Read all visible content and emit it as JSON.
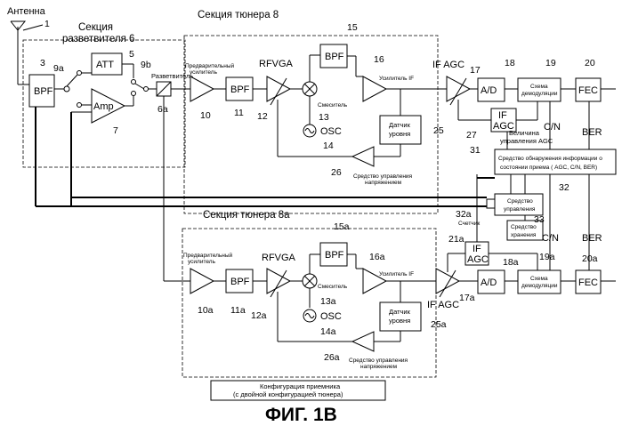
{
  "figure_title": "ФИГ. 1В",
  "antenna": {
    "label": "Антенна",
    "ref": "1"
  },
  "splitter_section": {
    "title_line1": "Секция",
    "title_line2": "разветвителя 6",
    "splitter_label": "Разветвитель",
    "splitter_ref": "6а"
  },
  "tuner8": {
    "title": "Секция тюнера 8"
  },
  "tuner8a": {
    "title": "Секция тюнера 8а"
  },
  "blocks": {
    "bpf3": {
      "label": "BPF",
      "ref": "3"
    },
    "att": {
      "label": "ATT",
      "ref": "5"
    },
    "amp": {
      "label": "Amp",
      "ref": "7"
    },
    "sw9a": {
      "ref": "9а"
    },
    "sw9b": {
      "ref": "9b"
    },
    "preamp": {
      "label_line1": "Предварительный",
      "label_line2": "усилитель",
      "ref": "10"
    },
    "bpf11": {
      "label": "BPF",
      "ref": "11"
    },
    "rfvga": {
      "label": "RFVGA",
      "ref": "12"
    },
    "mixer": {
      "label": "Смеситель",
      "ref": "13"
    },
    "osc": {
      "label": "OSC",
      "ref": "14"
    },
    "bpf15": {
      "label": "BPF",
      "ref": "15"
    },
    "ifamp": {
      "label": "Усилитель IF",
      "ref": "16"
    },
    "level_sensor": {
      "label_line1": "Датчик",
      "label_line2": "уровня",
      "ref": "25"
    },
    "voltage_ctrl": {
      "label_line1": "Средство управления",
      "label_line2": "напряжением",
      "ref": "26"
    },
    "ifagc": {
      "label": "IF AGC",
      "ref": "17"
    },
    "ad": {
      "label": "A/D",
      "ref": "18"
    },
    "demod": {
      "label_line1": "Схема",
      "label_line2": "демодуляции",
      "ref": "19"
    },
    "fec": {
      "label": "FEC",
      "ref": "20"
    },
    "ifagc_box": {
      "label_line1": "IF",
      "label_line2": "AGC",
      "ref": "27"
    },
    "agc_value": {
      "label_line1": "Величина",
      "label_line2": "управления AGC"
    },
    "detector": {
      "label_line1": "Средство обнаружения информации о",
      "label_line2": "состоянии приема ( AGC, C/N, BER)",
      "ref": "31"
    },
    "control": {
      "label_line1": "Средство",
      "label_line2": "управления",
      "ref": "32"
    },
    "counter": {
      "label": "Счетчик",
      "ref": "32а"
    },
    "storage": {
      "label_line1": "Средство",
      "label_line2": "хранения",
      "ref": "33"
    }
  },
  "blocks_a": {
    "preamp": {
      "label_line1": "Предварительный",
      "label_line2": "усилитель",
      "ref": "10а"
    },
    "bpf11": {
      "label": "BPF",
      "ref": "11а"
    },
    "rfvga": {
      "label": "RFVGA",
      "ref": "12а"
    },
    "mixer": {
      "label": "Смеситель",
      "ref": "13а"
    },
    "osc": {
      "label": "OSC",
      "ref": "14а"
    },
    "bpf15": {
      "label": "BPF",
      "ref": "15а"
    },
    "ifamp": {
      "label": "Усилитель IF",
      "ref": "16а"
    },
    "level_sensor": {
      "label_line1": "Датчик",
      "label_line2": "уровня",
      "ref": "25а"
    },
    "voltage_ctrl": {
      "label_line1": "Средство управления",
      "label_line2": "напряжением",
      "ref": "26а"
    },
    "ifagc": {
      "label": "IF AGC",
      "ref": "17а"
    },
    "ad": {
      "label": "A/D",
      "ref": "18а"
    },
    "demod": {
      "label_line1": "Схема",
      "label_line2": "демодуляции",
      "ref": "19а"
    },
    "fec": {
      "label": "FEC",
      "ref": "20а"
    },
    "ifagc_box": {
      "label_line1": "IF",
      "label_line2": "AGC",
      "ref": "21а"
    }
  },
  "signals": {
    "cn": "C/N",
    "ber": "BER",
    "cn_a": "C/N",
    "ber_a": "BER"
  },
  "caption": {
    "line1": "Конфигурация приемника",
    "line2": "(с двойной конфигурацией  тюнера)"
  }
}
